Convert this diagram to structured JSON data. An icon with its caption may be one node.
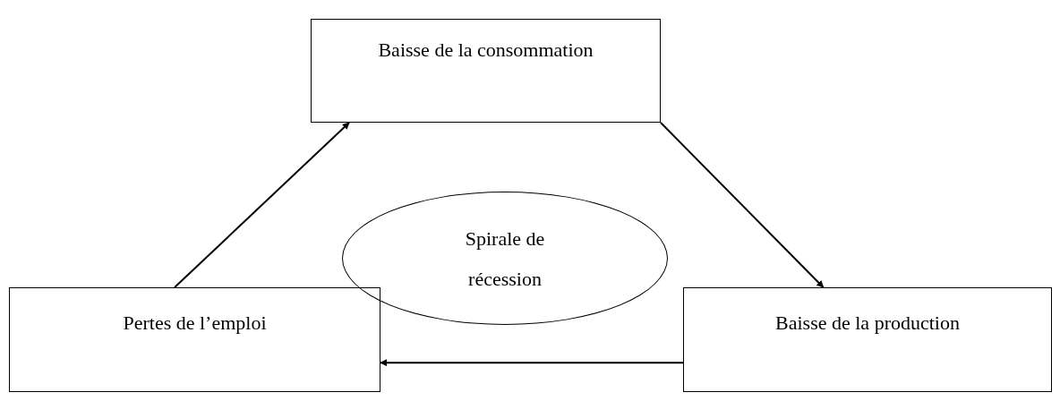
{
  "diagram": {
    "nodes": [
      {
        "text": [
          "Baisse de la consommation"
        ]
      },
      {
        "text": [
          "Spirale de récession"
        ]
      },
      {
        "text": [
          "Pertes de l’emploi"
        ]
      },
      {
        "text": [
          "Baisse de la production"
        ]
      }
    ],
    "edges": [
      {
        "from": 2,
        "to": 0,
        "arrow": "to"
      },
      {
        "from": 0,
        "to": 3,
        "arrow": "to"
      },
      {
        "from": 3,
        "to": 2,
        "arrow": "to"
      }
    ]
  }
}
